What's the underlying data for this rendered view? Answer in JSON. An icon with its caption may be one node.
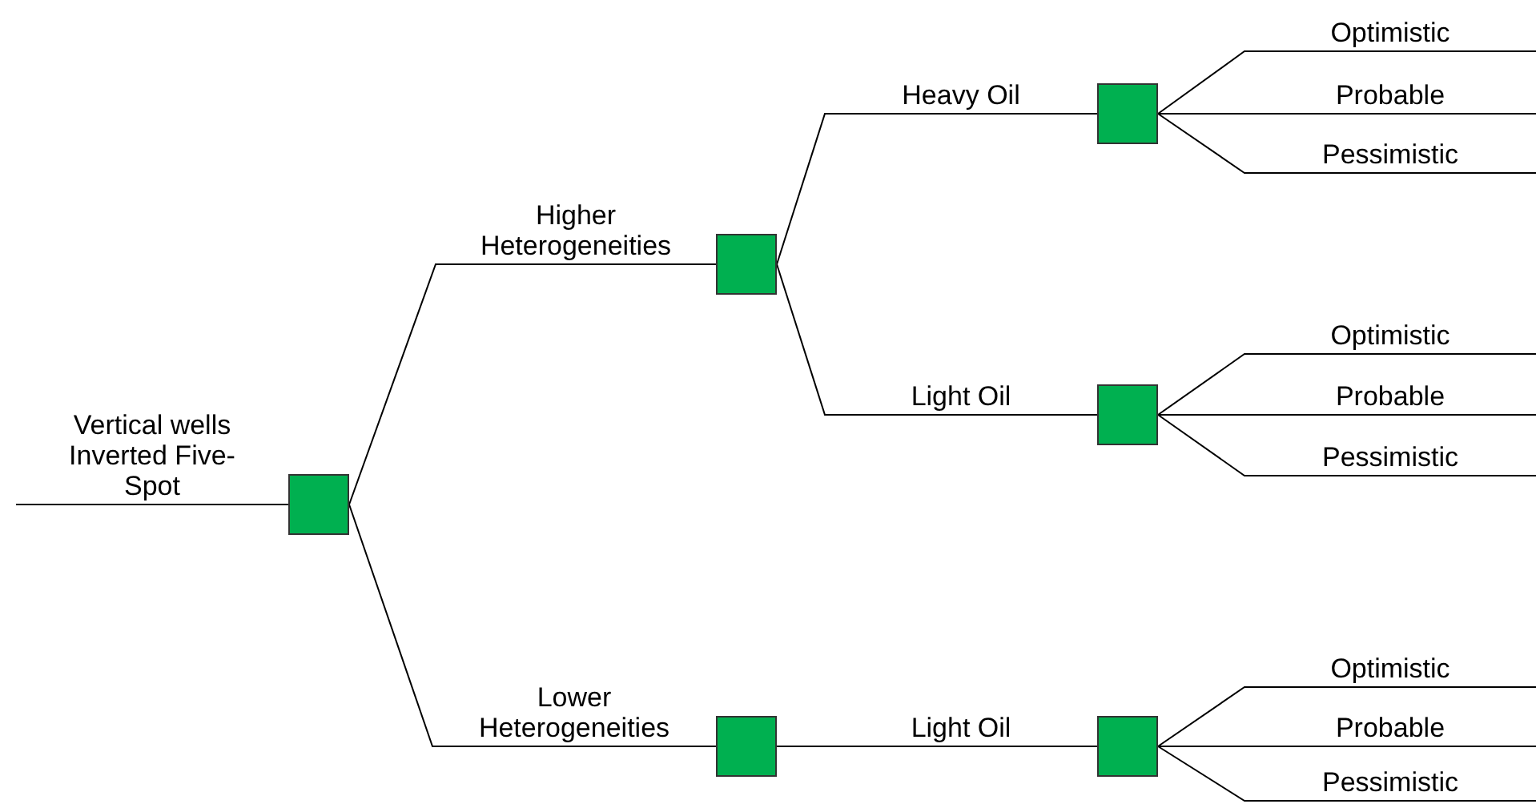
{
  "diagram": {
    "nodes": [
      {
        "text": [],
        "shape": "box"
      },
      {
        "text": [],
        "shape": "box"
      },
      {
        "text": [],
        "shape": "box"
      },
      {
        "text": [],
        "shape": "box"
      },
      {
        "text": [],
        "shape": "box"
      },
      {
        "text": [],
        "shape": "box"
      }
    ],
    "edges": [
      {
        "from": null,
        "to": 0,
        "arrow": "none",
        "label": "Vertical wells Inverted Five-Spot"
      },
      {
        "from": 0,
        "to": 1,
        "arrow": "none",
        "label": "Higher Heterogeneities"
      },
      {
        "from": 0,
        "to": 2,
        "arrow": "none",
        "label": "Lower Heterogeneities"
      },
      {
        "from": 1,
        "to": 3,
        "arrow": "none",
        "label": "Heavy Oil"
      },
      {
        "from": 1,
        "to": 4,
        "arrow": "none",
        "label": "Light Oil"
      },
      {
        "from": 2,
        "to": 5,
        "arrow": "none",
        "label": "Light Oil"
      },
      {
        "from": 3,
        "to": null,
        "arrow": "none",
        "label": "Optimistic"
      },
      {
        "from": 3,
        "to": null,
        "arrow": "none",
        "label": "Probable"
      },
      {
        "from": 3,
        "to": null,
        "arrow": "none",
        "label": "Pessimistic"
      },
      {
        "from": 4,
        "to": null,
        "arrow": "none",
        "label": "Optimistic"
      },
      {
        "from": 4,
        "to": null,
        "arrow": "none",
        "label": "Probable"
      },
      {
        "from": 4,
        "to": null,
        "arrow": "none",
        "label": "Pessimistic"
      },
      {
        "from": 5,
        "to": null,
        "arrow": "none",
        "label": "Optimistic"
      },
      {
        "from": 5,
        "to": null,
        "arrow": "none",
        "label": "Probable"
      },
      {
        "from": 5,
        "to": null,
        "arrow": "none",
        "label": "Pessimistic"
      }
    ]
  }
}
